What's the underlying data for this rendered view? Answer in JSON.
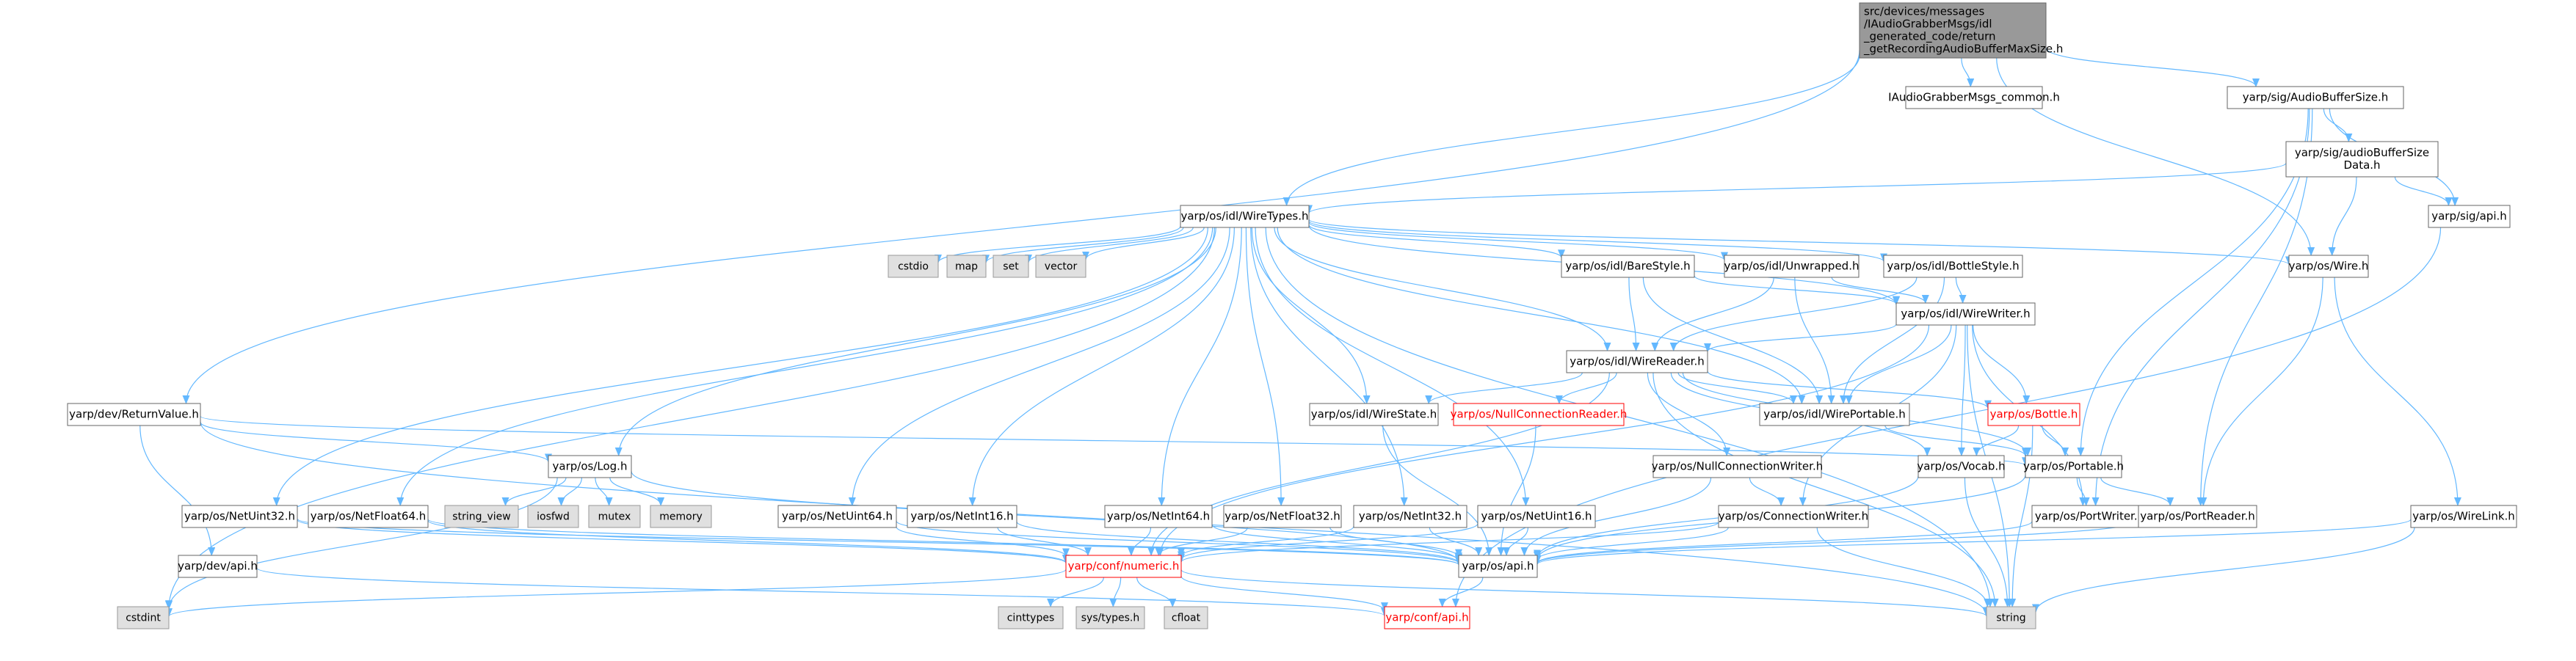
{
  "colors": {
    "edge": "#63b8ff",
    "node_border": "#666666",
    "node_fill": "#ffffff",
    "root_fill": "#999999",
    "system_fill": "#e0e0e0",
    "system_border": "#999999",
    "truncated_border": "#ff0000",
    "truncated_text": "#ff0000"
  },
  "graph": {
    "nodes": [
      {
        "id": "root",
        "lines": [
          "src/devices/messages",
          "/IAudioGrabberMsgs/idl",
          "_generated_code/return",
          "_getRecordingAudioBufferMaxSize.h"
        ],
        "kind": "root"
      },
      {
        "id": "common",
        "lines": [
          "IAudioGrabberMsgs_common.h"
        ],
        "kind": "normal"
      },
      {
        "id": "audiobufsize",
        "lines": [
          "yarp/sig/AudioBufferSize.h"
        ],
        "kind": "normal"
      },
      {
        "id": "audiobufdata",
        "lines": [
          "yarp/sig/audioBufferSize",
          "Data.h"
        ],
        "kind": "normal"
      },
      {
        "id": "sigapi",
        "lines": [
          "yarp/sig/api.h"
        ],
        "kind": "normal"
      },
      {
        "id": "wiretypes",
        "lines": [
          "yarp/os/idl/WireTypes.h"
        ],
        "kind": "normal"
      },
      {
        "id": "cstdio",
        "lines": [
          "cstdio"
        ],
        "kind": "system"
      },
      {
        "id": "map",
        "lines": [
          "map"
        ],
        "kind": "system"
      },
      {
        "id": "set",
        "lines": [
          "set"
        ],
        "kind": "system"
      },
      {
        "id": "vector",
        "lines": [
          "vector"
        ],
        "kind": "system"
      },
      {
        "id": "barestyle",
        "lines": [
          "yarp/os/idl/BareStyle.h"
        ],
        "kind": "normal"
      },
      {
        "id": "unwrapped",
        "lines": [
          "yarp/os/idl/Unwrapped.h"
        ],
        "kind": "normal"
      },
      {
        "id": "bottlestyle",
        "lines": [
          "yarp/os/idl/BottleStyle.h"
        ],
        "kind": "normal"
      },
      {
        "id": "wire",
        "lines": [
          "yarp/os/Wire.h"
        ],
        "kind": "normal"
      },
      {
        "id": "wirewriter",
        "lines": [
          "yarp/os/idl/WireWriter.h"
        ],
        "kind": "normal"
      },
      {
        "id": "wirereader",
        "lines": [
          "yarp/os/idl/WireReader.h"
        ],
        "kind": "normal"
      },
      {
        "id": "returnvalue",
        "lines": [
          "yarp/dev/ReturnValue.h"
        ],
        "kind": "normal"
      },
      {
        "id": "wirestate",
        "lines": [
          "yarp/os/idl/WireState.h"
        ],
        "kind": "normal"
      },
      {
        "id": "nullconnreader",
        "lines": [
          "yarp/os/NullConnectionReader.h"
        ],
        "kind": "truncated"
      },
      {
        "id": "wireportable",
        "lines": [
          "yarp/os/idl/WirePortable.h"
        ],
        "kind": "normal"
      },
      {
        "id": "bottle",
        "lines": [
          "yarp/os/Bottle.h"
        ],
        "kind": "truncated"
      },
      {
        "id": "log",
        "lines": [
          "yarp/os/Log.h"
        ],
        "kind": "normal"
      },
      {
        "id": "nullconnwriter",
        "lines": [
          "yarp/os/NullConnectionWriter.h"
        ],
        "kind": "normal"
      },
      {
        "id": "vocab",
        "lines": [
          "yarp/os/Vocab.h"
        ],
        "kind": "normal"
      },
      {
        "id": "portable",
        "lines": [
          "yarp/os/Portable.h"
        ],
        "kind": "normal"
      },
      {
        "id": "string_view",
        "lines": [
          "string_view"
        ],
        "kind": "system"
      },
      {
        "id": "iosfwd",
        "lines": [
          "iosfwd"
        ],
        "kind": "system"
      },
      {
        "id": "mutex",
        "lines": [
          "mutex"
        ],
        "kind": "system"
      },
      {
        "id": "memory",
        "lines": [
          "memory"
        ],
        "kind": "system"
      },
      {
        "id": "netuint32",
        "lines": [
          "yarp/os/NetUint32.h"
        ],
        "kind": "normal"
      },
      {
        "id": "netfloat64",
        "lines": [
          "yarp/os/NetFloat64.h"
        ],
        "kind": "normal"
      },
      {
        "id": "netuint64",
        "lines": [
          "yarp/os/NetUint64.h"
        ],
        "kind": "normal"
      },
      {
        "id": "netint16",
        "lines": [
          "yarp/os/NetInt16.h"
        ],
        "kind": "normal"
      },
      {
        "id": "netint64",
        "lines": [
          "yarp/os/NetInt64.h"
        ],
        "kind": "normal"
      },
      {
        "id": "netfloat32",
        "lines": [
          "yarp/os/NetFloat32.h"
        ],
        "kind": "normal"
      },
      {
        "id": "netint32",
        "lines": [
          "yarp/os/NetInt32.h"
        ],
        "kind": "normal"
      },
      {
        "id": "netuint16",
        "lines": [
          "yarp/os/NetUint16.h"
        ],
        "kind": "normal"
      },
      {
        "id": "connwriter",
        "lines": [
          "yarp/os/ConnectionWriter.h"
        ],
        "kind": "normal"
      },
      {
        "id": "portwriter",
        "lines": [
          "yarp/os/PortWriter.h"
        ],
        "kind": "normal"
      },
      {
        "id": "portreader",
        "lines": [
          "yarp/os/PortReader.h"
        ],
        "kind": "normal"
      },
      {
        "id": "wirelink",
        "lines": [
          "yarp/os/WireLink.h"
        ],
        "kind": "normal"
      },
      {
        "id": "devapi",
        "lines": [
          "yarp/dev/api.h"
        ],
        "kind": "normal"
      },
      {
        "id": "numeric",
        "lines": [
          "yarp/conf/numeric.h"
        ],
        "kind": "truncated"
      },
      {
        "id": "osapi",
        "lines": [
          "yarp/os/api.h"
        ],
        "kind": "normal"
      },
      {
        "id": "cstdint",
        "lines": [
          "cstdint"
        ],
        "kind": "system"
      },
      {
        "id": "cinttypes",
        "lines": [
          "cinttypes"
        ],
        "kind": "system"
      },
      {
        "id": "systypes",
        "lines": [
          "sys/types.h"
        ],
        "kind": "system"
      },
      {
        "id": "cfloat",
        "lines": [
          "cfloat"
        ],
        "kind": "system"
      },
      {
        "id": "confapi",
        "lines": [
          "yarp/conf/api.h"
        ],
        "kind": "truncated"
      },
      {
        "id": "string",
        "lines": [
          "string"
        ],
        "kind": "system"
      }
    ],
    "edges": [
      [
        "root",
        "common"
      ],
      [
        "root",
        "audiobufsize"
      ],
      [
        "root",
        "wiretypes"
      ],
      [
        "root",
        "returnvalue"
      ],
      [
        "root",
        "wire"
      ],
      [
        "audiobufsize",
        "audiobufdata"
      ],
      [
        "audiobufsize",
        "sigapi"
      ],
      [
        "audiobufsize",
        "portable"
      ],
      [
        "audiobufsize",
        "portwriter"
      ],
      [
        "audiobufsize",
        "portreader"
      ],
      [
        "audiobufdata",
        "wiretypes"
      ],
      [
        "audiobufdata",
        "wire"
      ],
      [
        "audiobufdata",
        "sigapi"
      ],
      [
        "sigapi",
        "confapi"
      ],
      [
        "wiretypes",
        "cstdio"
      ],
      [
        "wiretypes",
        "map"
      ],
      [
        "wiretypes",
        "set"
      ],
      [
        "wiretypes",
        "vector"
      ],
      [
        "wiretypes",
        "barestyle"
      ],
      [
        "wiretypes",
        "unwrapped"
      ],
      [
        "wiretypes",
        "bottlestyle"
      ],
      [
        "wiretypes",
        "wire"
      ],
      [
        "wiretypes",
        "wirewriter"
      ],
      [
        "wiretypes",
        "wirereader"
      ],
      [
        "wiretypes",
        "wirestate"
      ],
      [
        "wiretypes",
        "wireportable"
      ],
      [
        "wiretypes",
        "log"
      ],
      [
        "wiretypes",
        "netuint32"
      ],
      [
        "wiretypes",
        "netfloat64"
      ],
      [
        "wiretypes",
        "netuint64"
      ],
      [
        "wiretypes",
        "netint16"
      ],
      [
        "wiretypes",
        "netint64"
      ],
      [
        "wiretypes",
        "netfloat32"
      ],
      [
        "wiretypes",
        "netint32"
      ],
      [
        "wiretypes",
        "netuint16"
      ],
      [
        "wiretypes",
        "cstdint"
      ],
      [
        "wiretypes",
        "string"
      ],
      [
        "barestyle",
        "wirereader"
      ],
      [
        "barestyle",
        "wirewriter"
      ],
      [
        "barestyle",
        "wireportable"
      ],
      [
        "unwrapped",
        "wirereader"
      ],
      [
        "unwrapped",
        "wirewriter"
      ],
      [
        "unwrapped",
        "wireportable"
      ],
      [
        "bottlestyle",
        "wirereader"
      ],
      [
        "bottlestyle",
        "wirewriter"
      ],
      [
        "bottlestyle",
        "wireportable"
      ],
      [
        "wire",
        "portreader"
      ],
      [
        "wire",
        "wirelink"
      ],
      [
        "wirewriter",
        "wirereader"
      ],
      [
        "wirewriter",
        "wireportable"
      ],
      [
        "wirewriter",
        "bottle"
      ],
      [
        "wirewriter",
        "vocab"
      ],
      [
        "wirewriter",
        "connwriter"
      ],
      [
        "wirewriter",
        "portwriter"
      ],
      [
        "wirewriter",
        "numeric"
      ],
      [
        "wirewriter",
        "string"
      ],
      [
        "wirereader",
        "wirestate"
      ],
      [
        "wirereader",
        "nullconnreader"
      ],
      [
        "wirereader",
        "wireportable"
      ],
      [
        "wirereader",
        "bottle"
      ],
      [
        "wirereader",
        "nullconnwriter"
      ],
      [
        "wirereader",
        "vocab"
      ],
      [
        "wirereader",
        "portable"
      ],
      [
        "wirereader",
        "numeric"
      ],
      [
        "wirereader",
        "string"
      ],
      [
        "returnvalue",
        "log"
      ],
      [
        "returnvalue",
        "portable"
      ],
      [
        "returnvalue",
        "devapi"
      ],
      [
        "returnvalue",
        "string"
      ],
      [
        "wirestate",
        "osapi"
      ],
      [
        "nullconnreader",
        "osapi"
      ],
      [
        "wireportable",
        "portable"
      ],
      [
        "bottle",
        "portable"
      ],
      [
        "bottle",
        "vocab"
      ],
      [
        "bottle",
        "string"
      ],
      [
        "log",
        "string_view"
      ],
      [
        "log",
        "iosfwd"
      ],
      [
        "log",
        "mutex"
      ],
      [
        "log",
        "memory"
      ],
      [
        "log",
        "osapi"
      ],
      [
        "log",
        "cstdint"
      ],
      [
        "nullconnwriter",
        "connwriter"
      ],
      [
        "nullconnwriter",
        "osapi"
      ],
      [
        "vocab",
        "osapi"
      ],
      [
        "vocab",
        "string"
      ],
      [
        "portable",
        "portwriter"
      ],
      [
        "portable",
        "portreader"
      ],
      [
        "portable",
        "osapi"
      ],
      [
        "netuint32",
        "numeric"
      ],
      [
        "netuint32",
        "osapi"
      ],
      [
        "netfloat64",
        "numeric"
      ],
      [
        "netfloat64",
        "osapi"
      ],
      [
        "netuint64",
        "numeric"
      ],
      [
        "netuint64",
        "osapi"
      ],
      [
        "netint16",
        "numeric"
      ],
      [
        "netint16",
        "osapi"
      ],
      [
        "netint64",
        "numeric"
      ],
      [
        "netint64",
        "osapi"
      ],
      [
        "netfloat32",
        "numeric"
      ],
      [
        "netfloat32",
        "osapi"
      ],
      [
        "netint32",
        "numeric"
      ],
      [
        "netint32",
        "osapi"
      ],
      [
        "netuint16",
        "numeric"
      ],
      [
        "netuint16",
        "osapi"
      ],
      [
        "connwriter",
        "osapi"
      ],
      [
        "connwriter",
        "numeric"
      ],
      [
        "connwriter",
        "string"
      ],
      [
        "portwriter",
        "osapi"
      ],
      [
        "portreader",
        "osapi"
      ],
      [
        "wirelink",
        "osapi"
      ],
      [
        "wirelink",
        "string"
      ],
      [
        "devapi",
        "confapi"
      ],
      [
        "numeric",
        "cinttypes"
      ],
      [
        "numeric",
        "systypes"
      ],
      [
        "numeric",
        "cfloat"
      ],
      [
        "numeric",
        "confapi"
      ],
      [
        "numeric",
        "cstdint"
      ],
      [
        "numeric",
        "string"
      ],
      [
        "osapi",
        "confapi"
      ]
    ]
  }
}
